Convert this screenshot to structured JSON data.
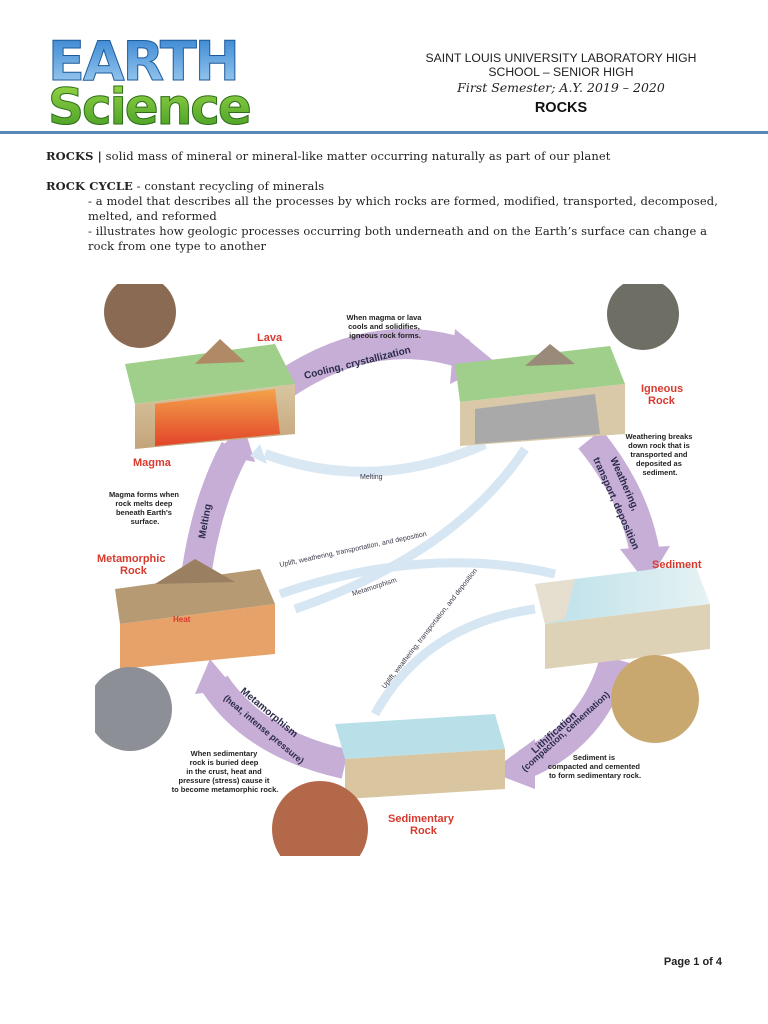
{
  "header": {
    "logo_word_1": "EARTH",
    "logo_word_2": "Science",
    "school_line1": "SAINT LOUIS UNIVERSITY LABORATORY HIGH",
    "school_line2": "SCHOOL – SENIOR HIGH",
    "semester": "First Semester; A.Y. 2019 – 2020",
    "title": "ROCKS"
  },
  "content": {
    "rocks_term": "ROCKS |",
    "rocks_def": " solid mass of mineral or mineral-like matter occurring naturally as part of our planet",
    "cycle_term": "ROCK CYCLE",
    "cycle_def": " - constant recycling of minerals",
    "cycle_point1": "- a model that describes all the processes by which rocks are formed, modified, transported, decomposed, melted, and reformed",
    "cycle_point2": "- illustrates how geologic processes occurring both underneath and on the Earth’s surface can change a rock from one type to another"
  },
  "diagram": {
    "lava": "Lava",
    "magma": "Magma",
    "igneous_1": "Igneous",
    "igneous_2": "Rock",
    "sediment": "Sediment",
    "metamorphic_1": "Metamorphic",
    "metamorphic_2": "Rock",
    "heat": "Heat",
    "sedimentary_1": "Sedimentary",
    "sedimentary_2": "Rock",
    "cooling_arrow": "Cooling, crystallization",
    "weathering_arrow_1": "Weathering,",
    "weathering_arrow_2": "transport, deposition",
    "lithification_1": "Lithification",
    "lithification_2": "(compaction, cementation)",
    "metamorphism_1": "Metamorphism",
    "metamorphism_2": "(heat, intense pressure)",
    "melting_arrow": "Melting",
    "melting_inner": "Melting",
    "uplift_upper": "Uplift, weathering, transportation, and deposition",
    "metamorphism_inner": "Metamorphism",
    "uplift_lower": "Uplift, weathering, transportation, and deposition",
    "note_igneous": [
      "When magma or lava",
      "cools and solidifies,",
      "igneous rock forms."
    ],
    "note_weathering": [
      "Weathering breaks",
      "down rock that is",
      "transported and",
      "deposited as",
      "sediment."
    ],
    "note_magma": [
      "Magma forms when",
      "rock melts deep",
      "beneath Earth's",
      "surface."
    ],
    "note_sediment": [
      "Sediment is",
      "compacted and cemented",
      "to form sedimentary rock."
    ],
    "note_metamorphic": [
      "When sedimentary",
      "rock is buried deep",
      "in the crust, heat and",
      "pressure (stress) cause it",
      "to become metamorphic rock."
    ]
  },
  "footer": {
    "page": "Page 1 of 4"
  }
}
